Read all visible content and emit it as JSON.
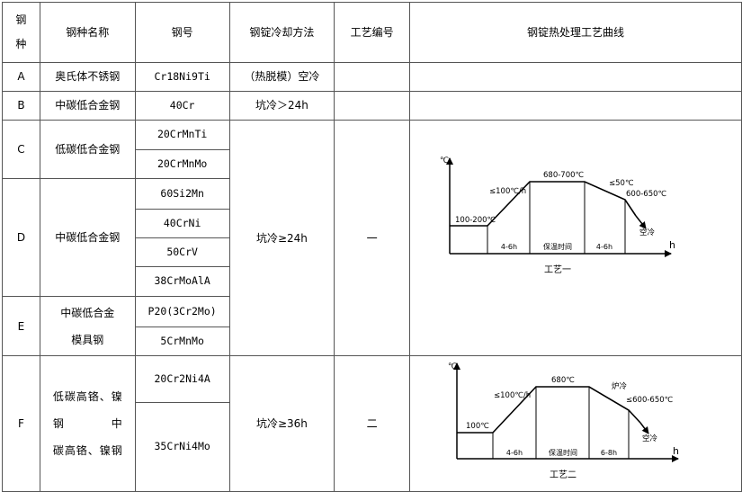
{
  "headers": {
    "steel_type_chars": [
      "钢",
      "种"
    ],
    "steel_name": "钢种名称",
    "grade": "钢号",
    "ingot_cooling": "钢锭冷却方法",
    "process_no": "工艺编号",
    "heat_curve": "钢锭热处理工艺曲线"
  },
  "rows": {
    "A": {
      "code": "A",
      "name": "奥氏体不锈钢",
      "grade": "Cr18Ni9Ti",
      "cooling": "（热脱模）空冷"
    },
    "B": {
      "code": "B",
      "name": "中碳低合金钢",
      "grade": "40Cr",
      "cooling": "坑冷＞24h"
    },
    "C": {
      "code": "C",
      "name": "低碳低合金钢",
      "grades": [
        "20CrMnTi",
        "20CrMnMo"
      ]
    },
    "D": {
      "code": "D",
      "name": "中碳低合金钢",
      "grades": [
        "60Si2Mn",
        "40CrNi",
        "50CrV",
        "38CrMoAlA"
      ]
    },
    "E": {
      "code": "E",
      "name_lines": [
        "中碳低合金",
        "模具钢"
      ],
      "grades": [
        "P20(3Cr2Mo)",
        "5CrMnMo"
      ]
    },
    "F": {
      "code": "F",
      "name_lines": [
        "低碳高铬、镍",
        "钢　　中",
        "碳高铬、镍钢"
      ],
      "grades": [
        "20Cr2Ni4A",
        "35CrNi4Mo"
      ]
    }
  },
  "group1": {
    "cooling": "坑冷≥24h",
    "process": "一"
  },
  "group2": {
    "cooling": "坑冷≥36h",
    "process": "二"
  },
  "process1": {
    "y_unit": "℃",
    "x_unit": "h",
    "start_temp": "100-200℃",
    "heat_rate": "≤100℃/h",
    "hold_temp": "680-700℃",
    "cool_rate": "≤50℃",
    "end_temp": "600-650℃",
    "air_cool": "空冷",
    "seg_heat": "4-6h",
    "seg_hold": "保温时间",
    "seg_cool": "4-6h",
    "title": "工艺一"
  },
  "process2": {
    "y_unit": "℃",
    "x_unit": "h",
    "start_temp": "100℃",
    "heat_rate": "≤100℃/h",
    "hold_temp": "680℃",
    "furnace_cool": "炉冷",
    "end_temp": "≤600-650℃",
    "air_cool": "空冷",
    "seg_heat": "4-6h",
    "seg_hold": "保温时间",
    "seg_cool": "6-8h",
    "title": "工艺二"
  }
}
